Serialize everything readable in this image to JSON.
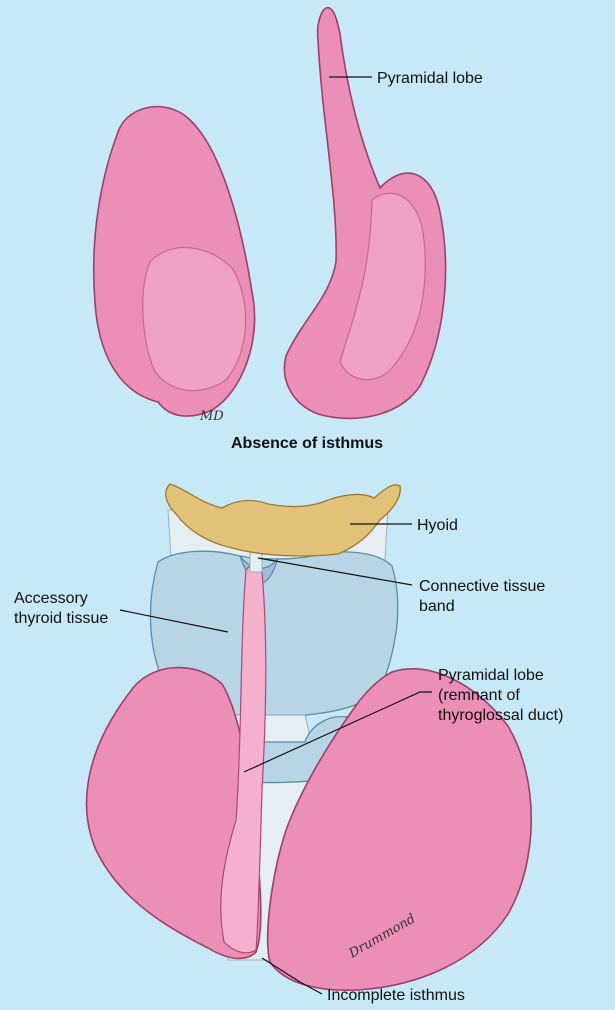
{
  "top_figure": {
    "caption": "Absence of isthmus",
    "labels": {
      "pyramidal_lobe": "Pyramidal lobe"
    },
    "signature": "MD"
  },
  "bottom_figure": {
    "labels": {
      "hyoid": "Hyoid",
      "connective_tissue_band": [
        "Connective tissue",
        "band"
      ],
      "accessory_thyroid_tissue": [
        "Accessory",
        "thyroid tissue"
      ],
      "pyramidal_lobe_remnant": [
        "Pyramidal lobe",
        "(remnant of",
        "thyroglossal duct)"
      ],
      "incomplete_isthmus": "Incomplete isthmus"
    },
    "signature": "Drummond"
  },
  "colors": {
    "background": "#c7e8f6",
    "thyroid": "#ec8fb6",
    "cartilage": "#b8d5e6",
    "hyoid_bone": "#e2c279"
  }
}
